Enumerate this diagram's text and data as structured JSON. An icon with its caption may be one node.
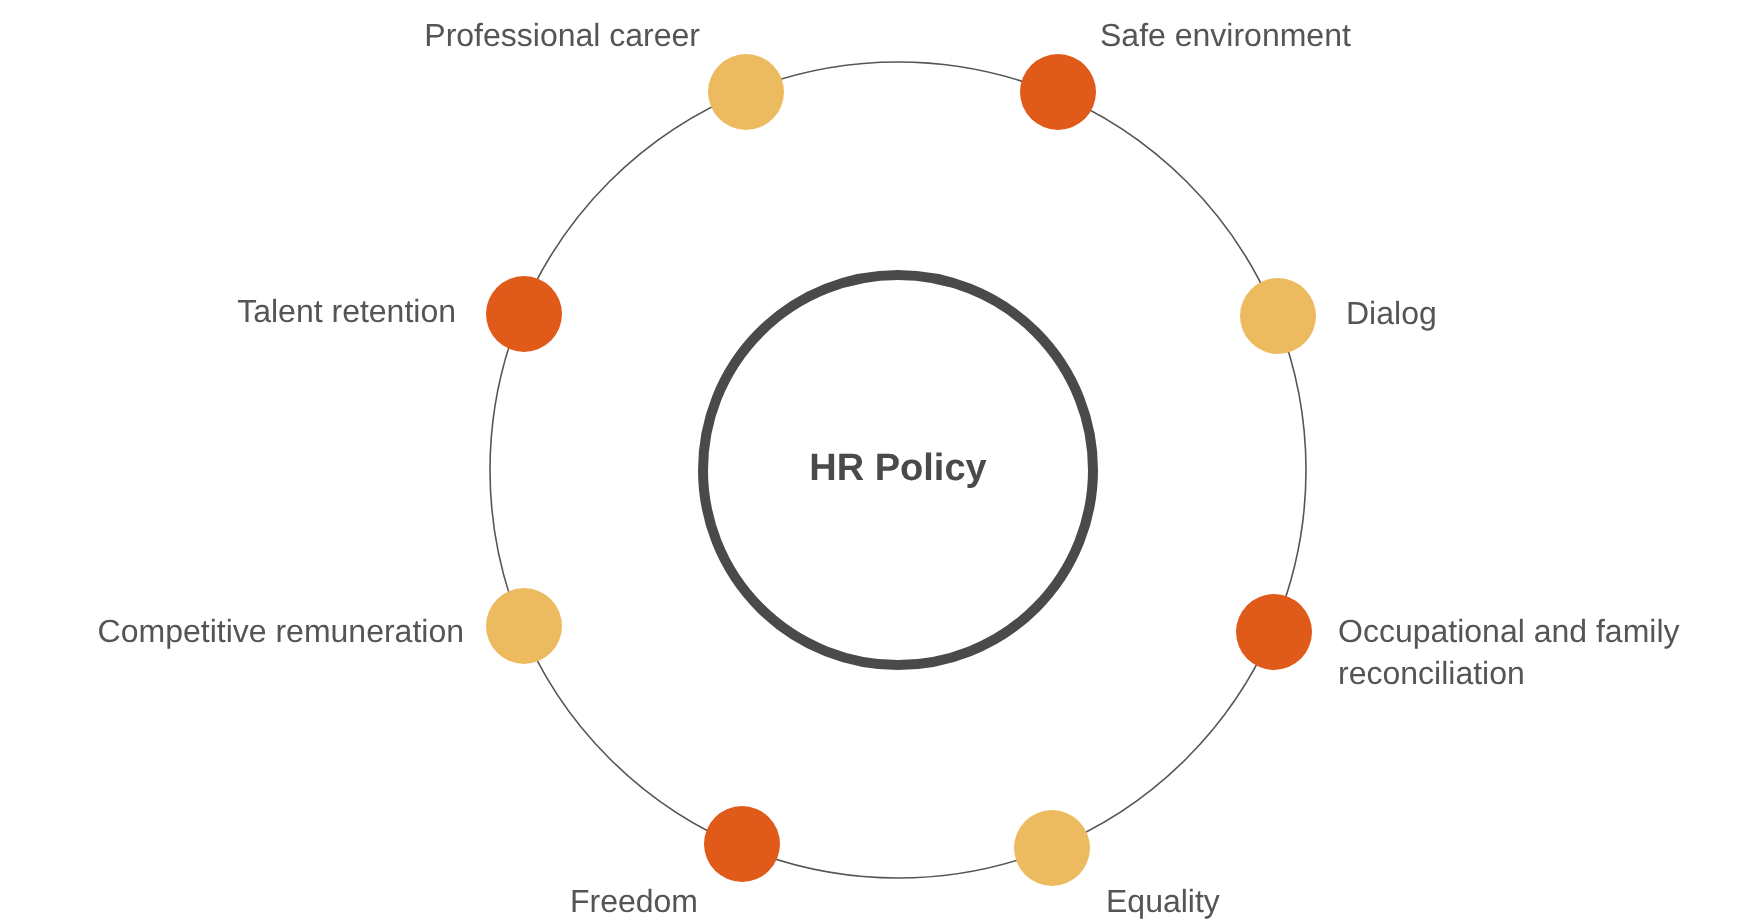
{
  "diagram": {
    "nodes": [
      {
        "text": [
          "HR Policy"
        ]
      },
      {
        "text": [],
        "shape": "circle",
        "beside": [
          "Professional career"
        ]
      },
      {
        "text": [],
        "shape": "circle",
        "beside": [
          "Safe environment"
        ]
      },
      {
        "text": [],
        "shape": "circle",
        "beside": [
          "Dialog"
        ]
      },
      {
        "text": [],
        "shape": "circle",
        "beside": [
          "Occupational and family reconciliation"
        ]
      },
      {
        "text": [],
        "shape": "circle",
        "beside": [
          "Equality"
        ]
      },
      {
        "text": [],
        "shape": "circle",
        "beside": [
          "Freedom"
        ]
      },
      {
        "text": [],
        "shape": "circle",
        "beside": [
          "Competitive remuneration"
        ]
      },
      {
        "text": [],
        "shape": "circle",
        "beside": [
          "Talent retention"
        ]
      }
    ]
  }
}
